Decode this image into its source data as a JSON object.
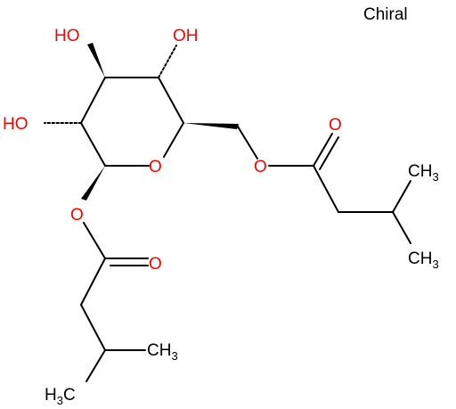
{
  "chiral_label": "Chiral",
  "colors": {
    "bond": "#000000",
    "oxygen": "#ff0000",
    "text": "#000000"
  },
  "atoms": {
    "ho_top_left": "HO",
    "oh_top_right": "OH",
    "ho_left": "HO",
    "o_ring": "O",
    "o_ester_right": "O",
    "o_carbonyl_right": "O",
    "o_ester_bottom": "O",
    "o_carbonyl_bottom": "O",
    "ch3_right_top": {
      "main": "CH",
      "sub": "3"
    },
    "ch3_right_bottom": {
      "main": "CH",
      "sub": "3"
    },
    "ch3_bottom_right": {
      "main": "CH",
      "sub": "3"
    },
    "h3c_bottom_left": {
      "main": "H",
      "sub": "3",
      "tail": "C"
    }
  }
}
